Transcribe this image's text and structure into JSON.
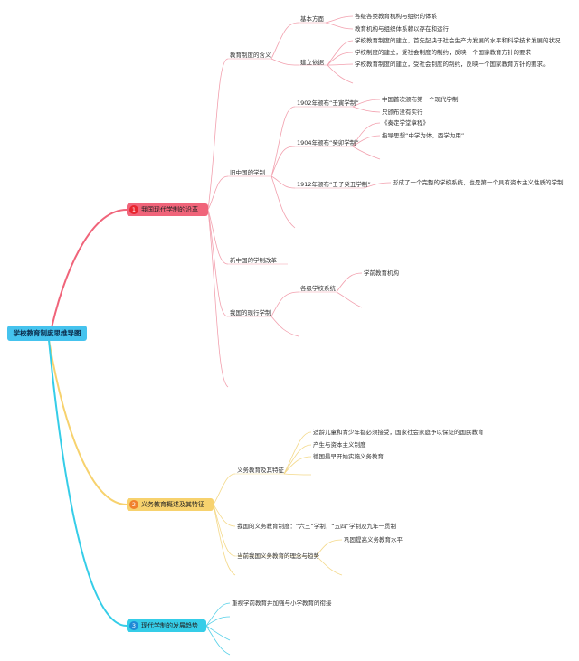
{
  "root": "学校教育制度思维导图",
  "branches": [
    {
      "number": "1",
      "title": "我国现代学制的沿革"
    },
    {
      "number": "2",
      "title": "义务教育概述及其特征"
    },
    {
      "number": "3",
      "title": "现代学制的发展趋势"
    }
  ],
  "nodes": {
    "b1_meaning": "教育制度的含义",
    "b1_basic": "基本方面",
    "b1_basic_1": "各级各类教育机构与组织的体系",
    "b1_basic_2": "教育机构与组织体系赖以存在和运行",
    "b1_basis": "建立依据",
    "b1_basis_1": "学校教育制度的建立，首先起决于社会生产力发展的水平和科学技术发展的状况",
    "b1_basis_2": "学校制度的建立，受社会制度的制约，反映一个国家教育方针的要求",
    "b1_basis_3": "学校教育制度的建立，受社会制度的制约，反映一个国家教育方针的要求。",
    "b1_old": "旧中国的学制",
    "b1_1902": "1902年颁布“壬寅学制”",
    "b1_1902_1": "中国首次颁布第一个现代学制",
    "b1_1902_2": "只颁布没有实行",
    "b1_1904": "1904年颁布“癸卯学制”",
    "b1_1904_1": "《奏定学堂章程》",
    "b1_1904_2": "指导思想“中学为体，西学为用”",
    "b1_1912": "1912年颁布“壬子癸丑学制”",
    "b1_1912_1": "形成了一个完整的学校系统，也是第一个具有资本主义性质的学制",
    "b1_new": "新中国的学制改革",
    "b1_current": "我国的现行学制",
    "b1_levels": "各级学校系统",
    "b1_levels_1": "学前教育机构",
    "b2_feature": "义务教育及其特征",
    "b2_f1": "适龄儿童和青少年都必须接受，国家社会家庭予以保证的国民教育",
    "b2_f2": "产生与资本主义制度",
    "b2_f3": "德国最早开始实施义务教育",
    "b2_system": "我国的义务教育制度：“六三”学制，“五四”学制及九年一贯制",
    "b2_trend": "当前我国义务教育的理念与趋势",
    "b2_trend_1": "巩固提高义务教育水平",
    "b3_1": "重视学前教育并加强与小学教育的衔接"
  },
  "colors": {
    "root": "#45c3ee",
    "branch1": "#f0647a",
    "branch1_line": "#f2a0ae",
    "branch2": "#f7d26e",
    "branch2_line": "#f4d98a",
    "branch3": "#35cde8",
    "branch3_line": "#55d0e8"
  }
}
